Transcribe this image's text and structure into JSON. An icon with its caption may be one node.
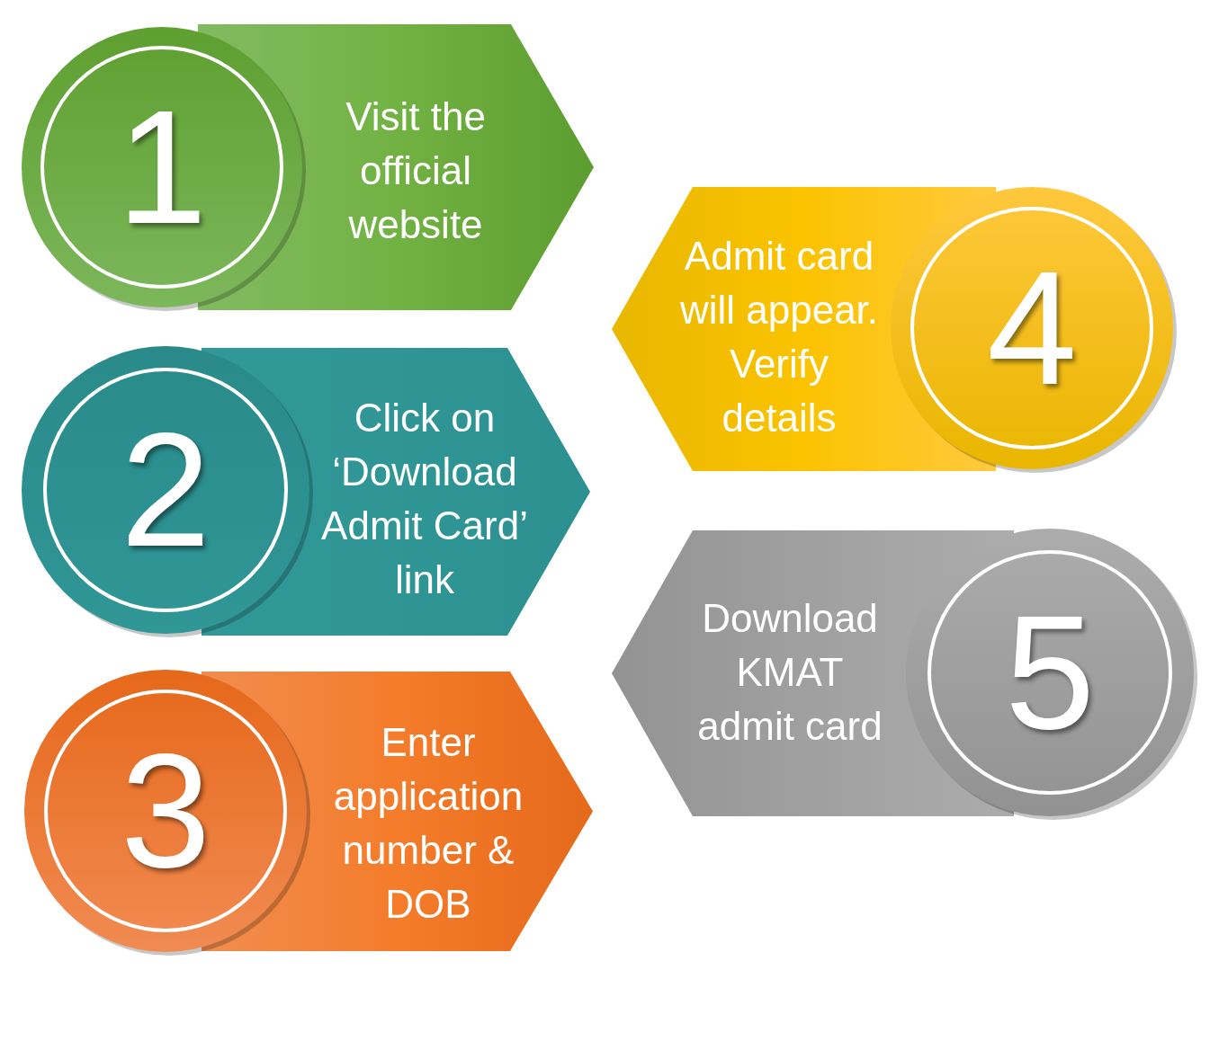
{
  "diagram": {
    "nodes": [
      {
        "text": [
          "1"
        ]
      },
      {
        "text": [
          "Visit the official website"
        ]
      },
      {
        "text": [
          "2"
        ]
      },
      {
        "text": [
          "Click on ‘Download Admit Card’ link"
        ]
      },
      {
        "text": [
          "3"
        ]
      },
      {
        "text": [
          "Enter application number & DOB"
        ]
      },
      {
        "text": [
          "Admit card will appear. Verify details"
        ]
      },
      {
        "text": [
          "4"
        ]
      },
      {
        "text": [
          "Download KMAT admit card"
        ]
      },
      {
        "text": [
          "5"
        ]
      }
    ]
  }
}
